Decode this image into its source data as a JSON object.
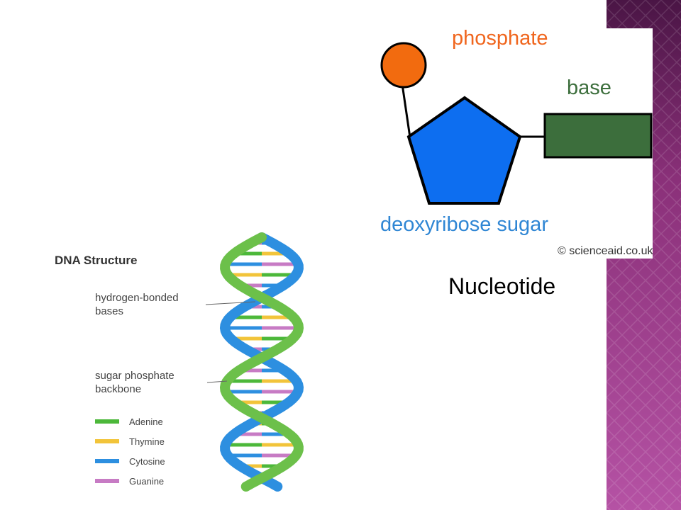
{
  "nucleotide": {
    "phosphate_label": "phosphate",
    "base_label": "base",
    "sugar_label": "deoxyribose sugar",
    "copyright": "© scienceaid.co.uk",
    "colors": {
      "phosphate": "#f26b0f",
      "sugar": "#0d6ef0",
      "base": "#3c6e3c"
    }
  },
  "caption": "Nucleotide",
  "dna": {
    "title": "DNA Structure",
    "label_bases": [
      "hydrogen-bonded",
      "bases"
    ],
    "label_backbone": [
      "sugar phosphate",
      "backbone"
    ],
    "legend": [
      {
        "name": "Adenine",
        "color": "#4cb83a"
      },
      {
        "name": "Thymine",
        "color": "#f2c43a"
      },
      {
        "name": "Cytosine",
        "color": "#2d8fe0"
      },
      {
        "name": "Guanine",
        "color": "#c77bc4"
      }
    ]
  },
  "decor": {
    "sidebar_colors": [
      "#4a1545",
      "#a0418f",
      "#c45eb5"
    ]
  }
}
